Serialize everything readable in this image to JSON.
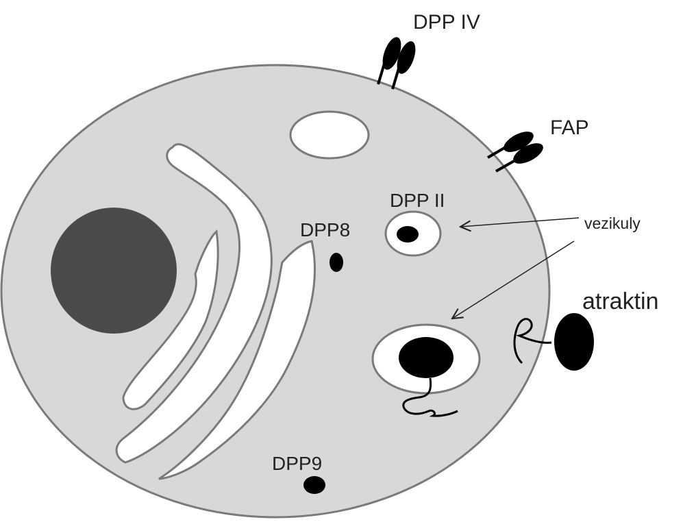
{
  "labels": {
    "dpp_iv": "DPP IV",
    "fap": "FAP",
    "dpp_ii": "DPP II",
    "dpp8": "DPP8",
    "dpp9": "DPP9",
    "vezikuly": "vezikuly",
    "atraktin": "atraktin"
  },
  "colors": {
    "cytoplasm": "#d8d8d8",
    "outline": "#7a7a7a",
    "nucleus": "#4a4a4a",
    "organelle": "#ffffff",
    "protein": "#000000"
  }
}
